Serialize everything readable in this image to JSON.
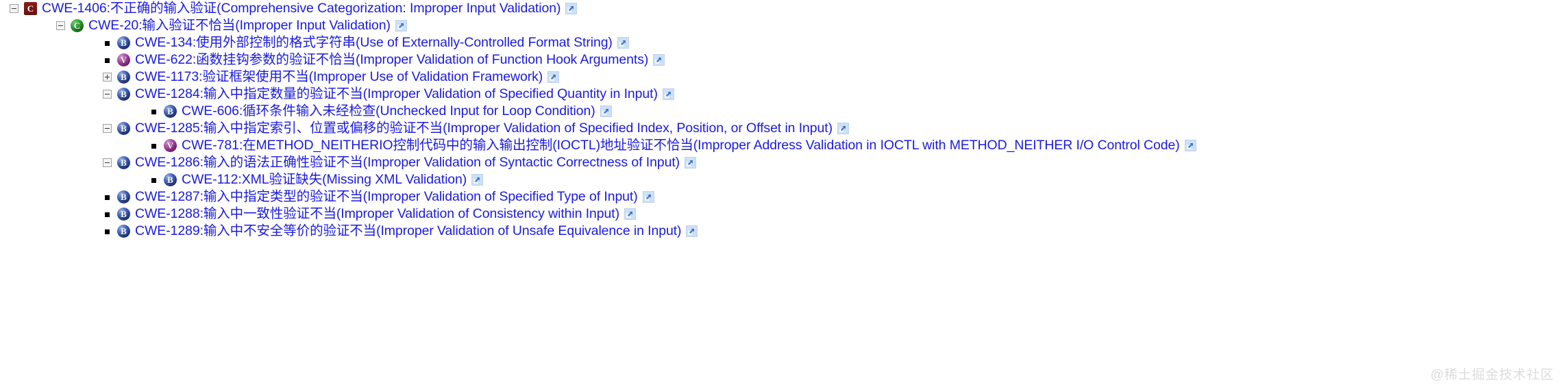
{
  "colors": {
    "link": "#1b1bdd",
    "category_badge": "#7e1414",
    "class_badge": "#2f9c33",
    "base_badge": "#4060b4",
    "variant_badge": "#a6479e",
    "external_link": "#2f72d0",
    "watermark": "#dcdcdc"
  },
  "icons": {
    "external_link": "external-link-icon",
    "expand": "plus-toggle-icon",
    "collapse": "minus-toggle-icon",
    "bullet": "square-bullet-icon"
  },
  "watermark": "@稀土掘金技术社区",
  "tree": [
    {
      "id": "CWE-1406",
      "depth": 0,
      "marker": "collapse",
      "badge": "cat",
      "badge_letter": "C",
      "badge_name": "category-badge",
      "label": "CWE-1406:不正确的输入验证(Comprehensive Categorization: Improper Input Validation)",
      "external_link": true
    },
    {
      "id": "CWE-20",
      "depth": 1,
      "marker": "collapse",
      "badge": "cls",
      "badge_letter": "C",
      "badge_name": "class-badge",
      "label": "CWE-20:输入验证不恰当(Improper Input Validation)",
      "external_link": true
    },
    {
      "id": "CWE-134",
      "depth": 2,
      "marker": "bullet",
      "badge": "base",
      "badge_letter": "B",
      "badge_name": "base-badge",
      "label": "CWE-134:使用外部控制的格式字符串(Use of Externally-Controlled Format String)",
      "external_link": true
    },
    {
      "id": "CWE-622",
      "depth": 2,
      "marker": "bullet",
      "badge": "var",
      "badge_letter": "V",
      "badge_name": "variant-badge",
      "label": "CWE-622:函数挂钩参数的验证不恰当(Improper Validation of Function Hook Arguments)",
      "external_link": true
    },
    {
      "id": "CWE-1173",
      "depth": 2,
      "marker": "expand",
      "badge": "base",
      "badge_letter": "B",
      "badge_name": "base-badge",
      "label": "CWE-1173:验证框架使用不当(Improper Use of Validation Framework)",
      "external_link": true
    },
    {
      "id": "CWE-1284",
      "depth": 2,
      "marker": "collapse",
      "badge": "base",
      "badge_letter": "B",
      "badge_name": "base-badge",
      "label": "CWE-1284:输入中指定数量的验证不当(Improper Validation of Specified Quantity in Input)",
      "external_link": true
    },
    {
      "id": "CWE-606",
      "depth": 3,
      "marker": "bullet",
      "badge": "base",
      "badge_letter": "B",
      "badge_name": "base-badge",
      "label": "CWE-606:循环条件输入未经检查(Unchecked Input for Loop Condition)",
      "external_link": true
    },
    {
      "id": "CWE-1285",
      "depth": 2,
      "marker": "collapse",
      "badge": "base",
      "badge_letter": "B",
      "badge_name": "base-badge",
      "label": "CWE-1285:输入中指定索引、位置或偏移的验证不当(Improper Validation of Specified Index, Position, or Offset in Input)",
      "external_link": true
    },
    {
      "id": "CWE-781",
      "depth": 3,
      "marker": "bullet",
      "badge": "var",
      "badge_letter": "V",
      "badge_name": "variant-badge",
      "label": "CWE-781:在METHOD_NEITHERIO控制代码中的输入输出控制(IOCTL)地址验证不恰当(Improper Address Validation in IOCTL with METHOD_NEITHER I/O Control Code)",
      "external_link": true
    },
    {
      "id": "CWE-1286",
      "depth": 2,
      "marker": "collapse",
      "badge": "base",
      "badge_letter": "B",
      "badge_name": "base-badge",
      "label": "CWE-1286:输入的语法正确性验证不当(Improper Validation of Syntactic Correctness of Input)",
      "external_link": true
    },
    {
      "id": "CWE-112",
      "depth": 3,
      "marker": "bullet",
      "badge": "base",
      "badge_letter": "B",
      "badge_name": "base-badge",
      "label": "CWE-112:XML验证缺失(Missing XML Validation)",
      "external_link": true
    },
    {
      "id": "CWE-1287",
      "depth": 2,
      "marker": "bullet",
      "badge": "base",
      "badge_letter": "B",
      "badge_name": "base-badge",
      "label": "CWE-1287:输入中指定类型的验证不当(Improper Validation of Specified Type of Input)",
      "external_link": true
    },
    {
      "id": "CWE-1288",
      "depth": 2,
      "marker": "bullet",
      "badge": "base",
      "badge_letter": "B",
      "badge_name": "base-badge",
      "label": "CWE-1288:输入中一致性验证不当(Improper Validation of Consistency within Input)",
      "external_link": true
    },
    {
      "id": "CWE-1289",
      "depth": 2,
      "marker": "bullet",
      "badge": "base",
      "badge_letter": "B",
      "badge_name": "base-badge",
      "label": "CWE-1289:输入中不安全等价的验证不当(Improper Validation of Unsafe Equivalence in Input)",
      "external_link": true
    }
  ]
}
